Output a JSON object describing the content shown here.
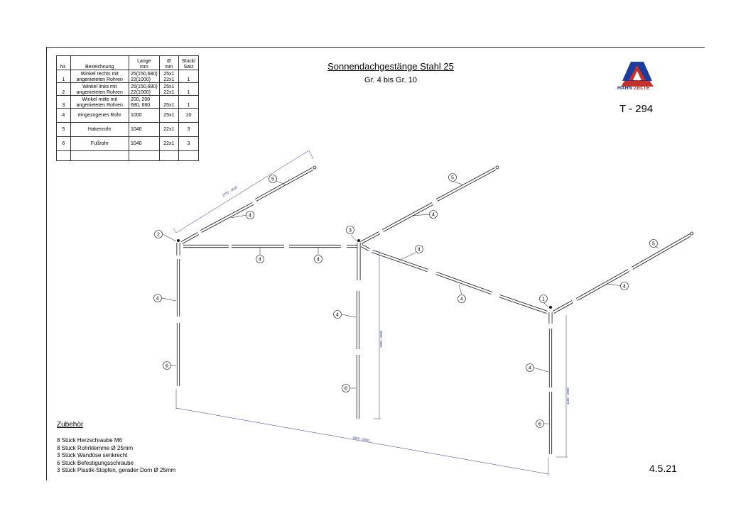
{
  "header": {
    "title": "Sonnendachgestänge Stahl 25",
    "subtitle": "Gr. 4 bis Gr. 10",
    "drawing_number": "T - 294",
    "date": "4.5.21"
  },
  "logo": {
    "word1": "HAHN",
    "word2": "ZELTE",
    "colors": {
      "blue": "#1c3c9c",
      "red": "#c6302a"
    }
  },
  "parts_table": {
    "headers": {
      "nr": "Nr.",
      "name": "Bezeichnung",
      "length": "Lange\nmm",
      "diameter": "Ø\nmm",
      "qty": "Stuck/\nSatz"
    },
    "rows": [
      {
        "nr": "1",
        "name": "Winkel rechts mit\nangenieteten Rohren",
        "length": "25(150,680)\n22(1000)",
        "diameter": "25x1\n22x1",
        "qty": "1"
      },
      {
        "nr": "2",
        "name": "Winkel links mit\nangenieteten Rohren",
        "length": "25(150,680)\n22(1000)",
        "diameter": "25x1\n22x1",
        "qty": "1"
      },
      {
        "nr": "3",
        "name": "Winkel mitte mit\nangenieteten Rohren",
        "length": "200, 200\n680, 680",
        "diameter": "25x1",
        "qty": "1"
      },
      {
        "nr": "4",
        "name": "eingezogenes Rohr",
        "length": "1000",
        "diameter": "25x1",
        "qty": "10"
      },
      {
        "nr": "5",
        "name": "Hakenrohr",
        "length": "1040",
        "diameter": "22x1",
        "qty": "3"
      },
      {
        "nr": "6",
        "name": "Fußrohr",
        "length": "1040",
        "diameter": "22x1",
        "qty": "3"
      },
      {
        "nr": "",
        "name": "",
        "length": "",
        "diameter": "",
        "qty": ""
      }
    ]
  },
  "diagram": {
    "labels": {
      "n1": "1",
      "n2": "2",
      "n3": "3",
      "n4": "4",
      "n5": "5",
      "n6": "6"
    },
    "dimensions": {
      "roof": "1700 - 2500",
      "mid_height": "1900 - 2500",
      "right_height": "1100 - 2000",
      "width": "3650 - 6800"
    }
  },
  "accessories": {
    "title": "Zubehör",
    "items": [
      "8 Stück Herzschraube M6",
      "8  Stück Rohrklemme Ø 25mm",
      "3  Stück Wandöse senkrecht",
      "6  Stück Befestigungsschraube",
      "3  Stück Plastik-Stopfen, gerader Dorn Ø 25mm"
    ]
  }
}
